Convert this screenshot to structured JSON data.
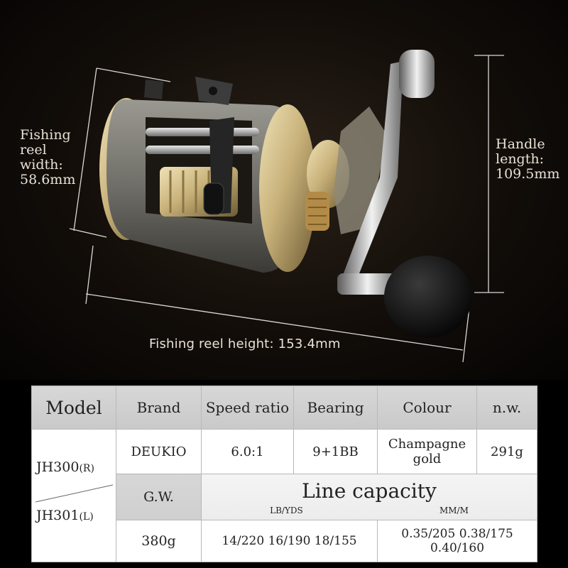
{
  "image": {
    "dimension_labels": {
      "width": [
        "Fishing",
        "reel",
        "width:",
        "58.6mm"
      ],
      "handle": [
        "Handle",
        "length:",
        "109.5mm"
      ],
      "height": "Fishing reel height: 153.4mm"
    }
  },
  "spec_table": {
    "headers": {
      "model": "Model",
      "brand": "Brand",
      "speed_ratio": "Speed ratio",
      "bearing": "Bearing",
      "colour": "Colour",
      "nw": "n.w."
    },
    "models": [
      "JH300",
      "(R)",
      "JH301",
      "(L)"
    ],
    "values": {
      "brand": "DEUKIO",
      "speed_ratio": "6.0:1",
      "bearing": "9+1BB",
      "colour": [
        "Champagne",
        "gold"
      ],
      "nw": "291g"
    },
    "gw_label": "G.W.",
    "gw_value": "380g",
    "line_capacity": {
      "title": "Line capacity",
      "unit_lb": "LB/YDS",
      "unit_mm": "MM/M",
      "lb_values": "14/220 16/190 18/155",
      "mm_values": "0.35/205 0.38/175 0.40/160"
    }
  }
}
